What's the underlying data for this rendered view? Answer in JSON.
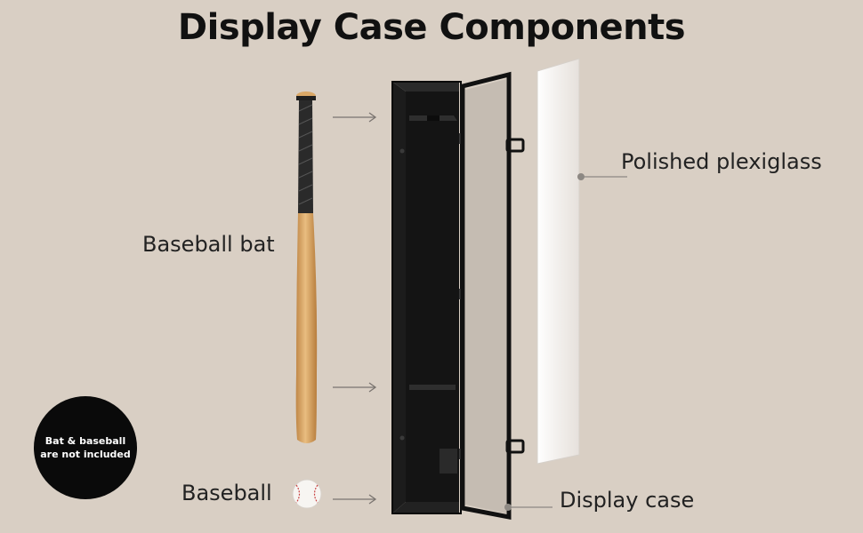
{
  "title": "Display Case Components",
  "labels": {
    "bat": "Baseball bat",
    "baseball": "Baseball",
    "plexiglass": "Polished plexiglass",
    "case": "Display case"
  },
  "badge": {
    "line1": "Bat & baseball",
    "line2": "are not included"
  },
  "colors": {
    "background": "#d9cfc4",
    "case": "#111111",
    "wood": "#d9a766",
    "grip": "#2a2a2a",
    "badge": "#0a0a0a"
  }
}
